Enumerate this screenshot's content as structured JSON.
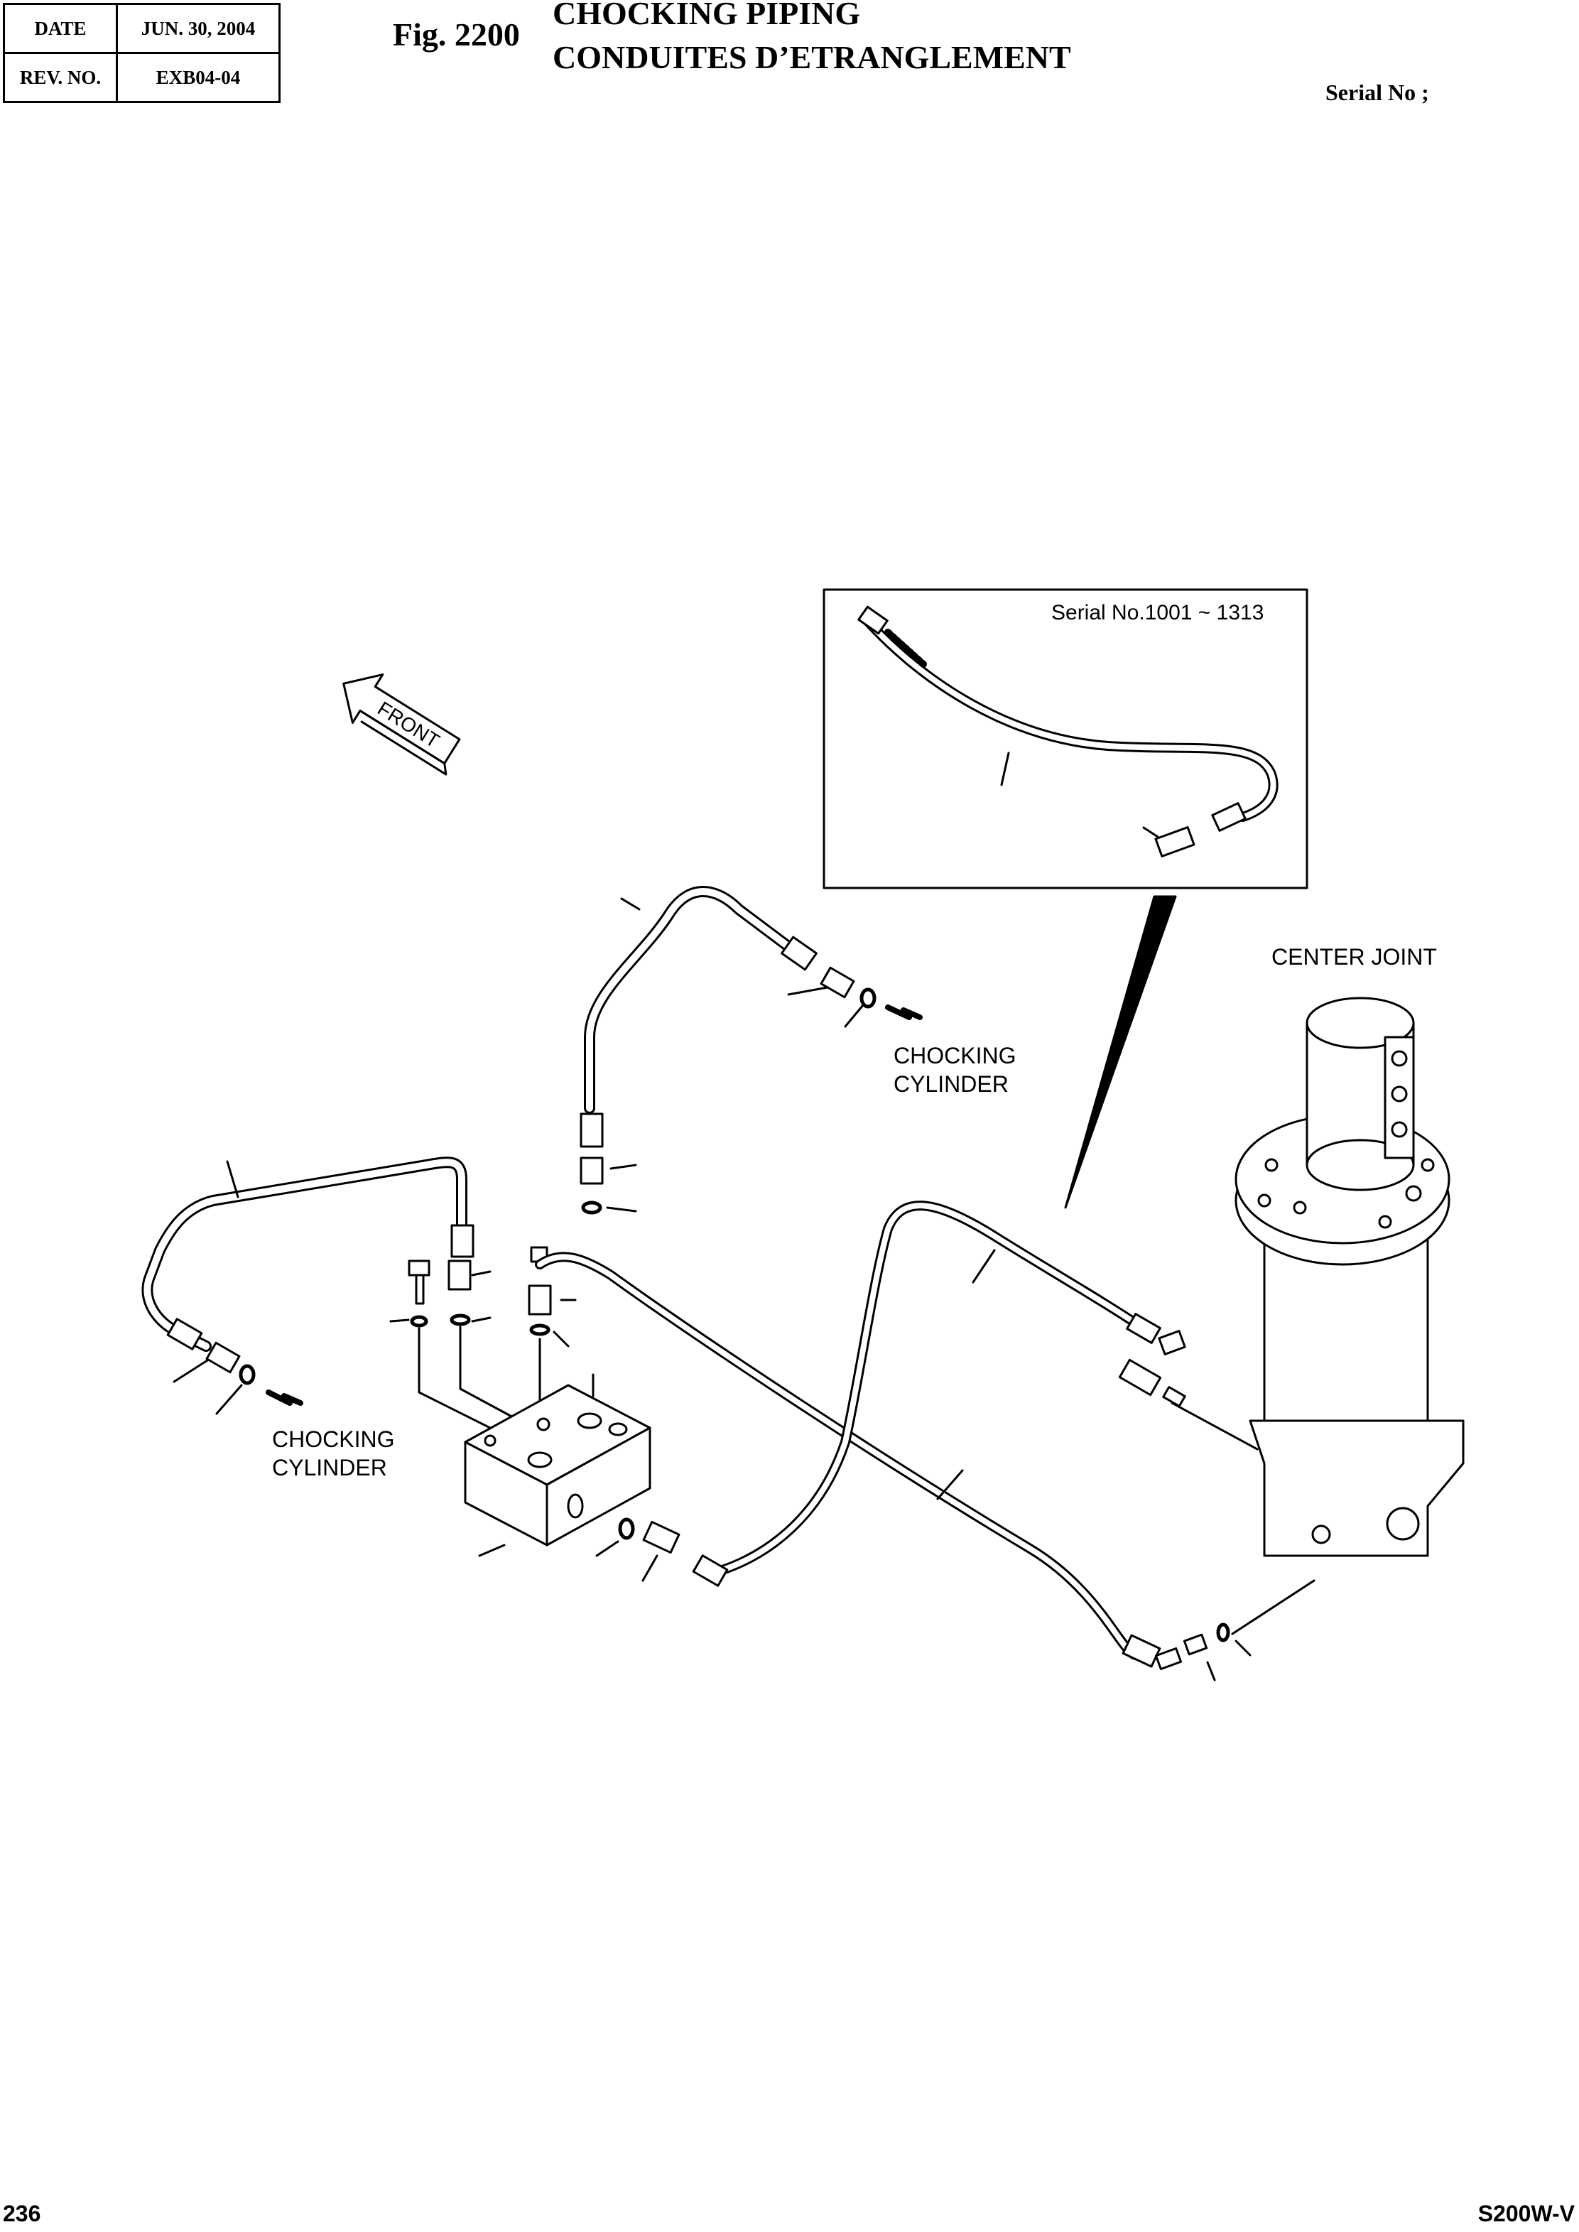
{
  "header": {
    "date_label": "DATE",
    "date_value": "JUN. 30, 2004",
    "rev_label": "REV. NO.",
    "rev_value": "EXB04-04"
  },
  "figure": {
    "number": "Fig. 2200",
    "title_en": "CHOCKING PIPING",
    "title_fr": "CONDUITES D’ETRANGLEMENT",
    "serial": "Serial No ;"
  },
  "diagram": {
    "inset_serial": "Serial No.1001 ~ 1313",
    "front_label": "FRONT",
    "center_joint_label": "CENTER JOINT",
    "cylinder_label_line1": "CHOCKING",
    "cylinder_label_line2": "CYLINDER"
  },
  "footer": {
    "page": "236",
    "model": "S200W-V"
  }
}
